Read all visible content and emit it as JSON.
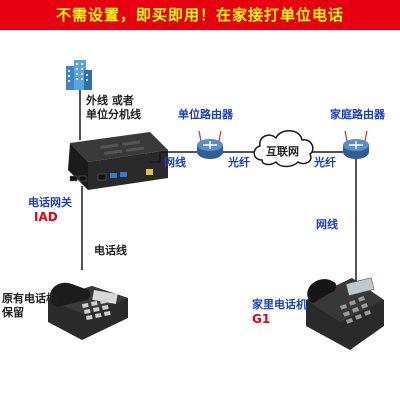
{
  "banner": {
    "text": "不需设置，即买即用！在家接打单位电话"
  },
  "labels": {
    "outside_line_1": "外线 或者",
    "outside_line_2": "单位分机线",
    "office_router": "单位路由器",
    "home_router": "家庭路由器",
    "internet": "互联网",
    "lan_left": "网线",
    "fiber_left": "光纤",
    "fiber_right": "光纤",
    "lan_right": "网线",
    "gateway_cn": "电话网关",
    "gateway_en": "IAD",
    "phone_line": "电话线",
    "old_phone_1": "原有电话机",
    "old_phone_2": "保留",
    "home_phone_cn": "家里电话机",
    "home_phone_en": "G1"
  },
  "colors": {
    "banner_bg": "#e60012",
    "banner_text": "#ffff00",
    "label_blue": "#1a3fc4",
    "label_red": "#e60012",
    "line": "#1a1a1a"
  },
  "icons": [
    "building-icon",
    "iad-gateway-icon",
    "router-icon",
    "cloud-icon",
    "desk-phone-icon",
    "ip-phone-icon"
  ]
}
